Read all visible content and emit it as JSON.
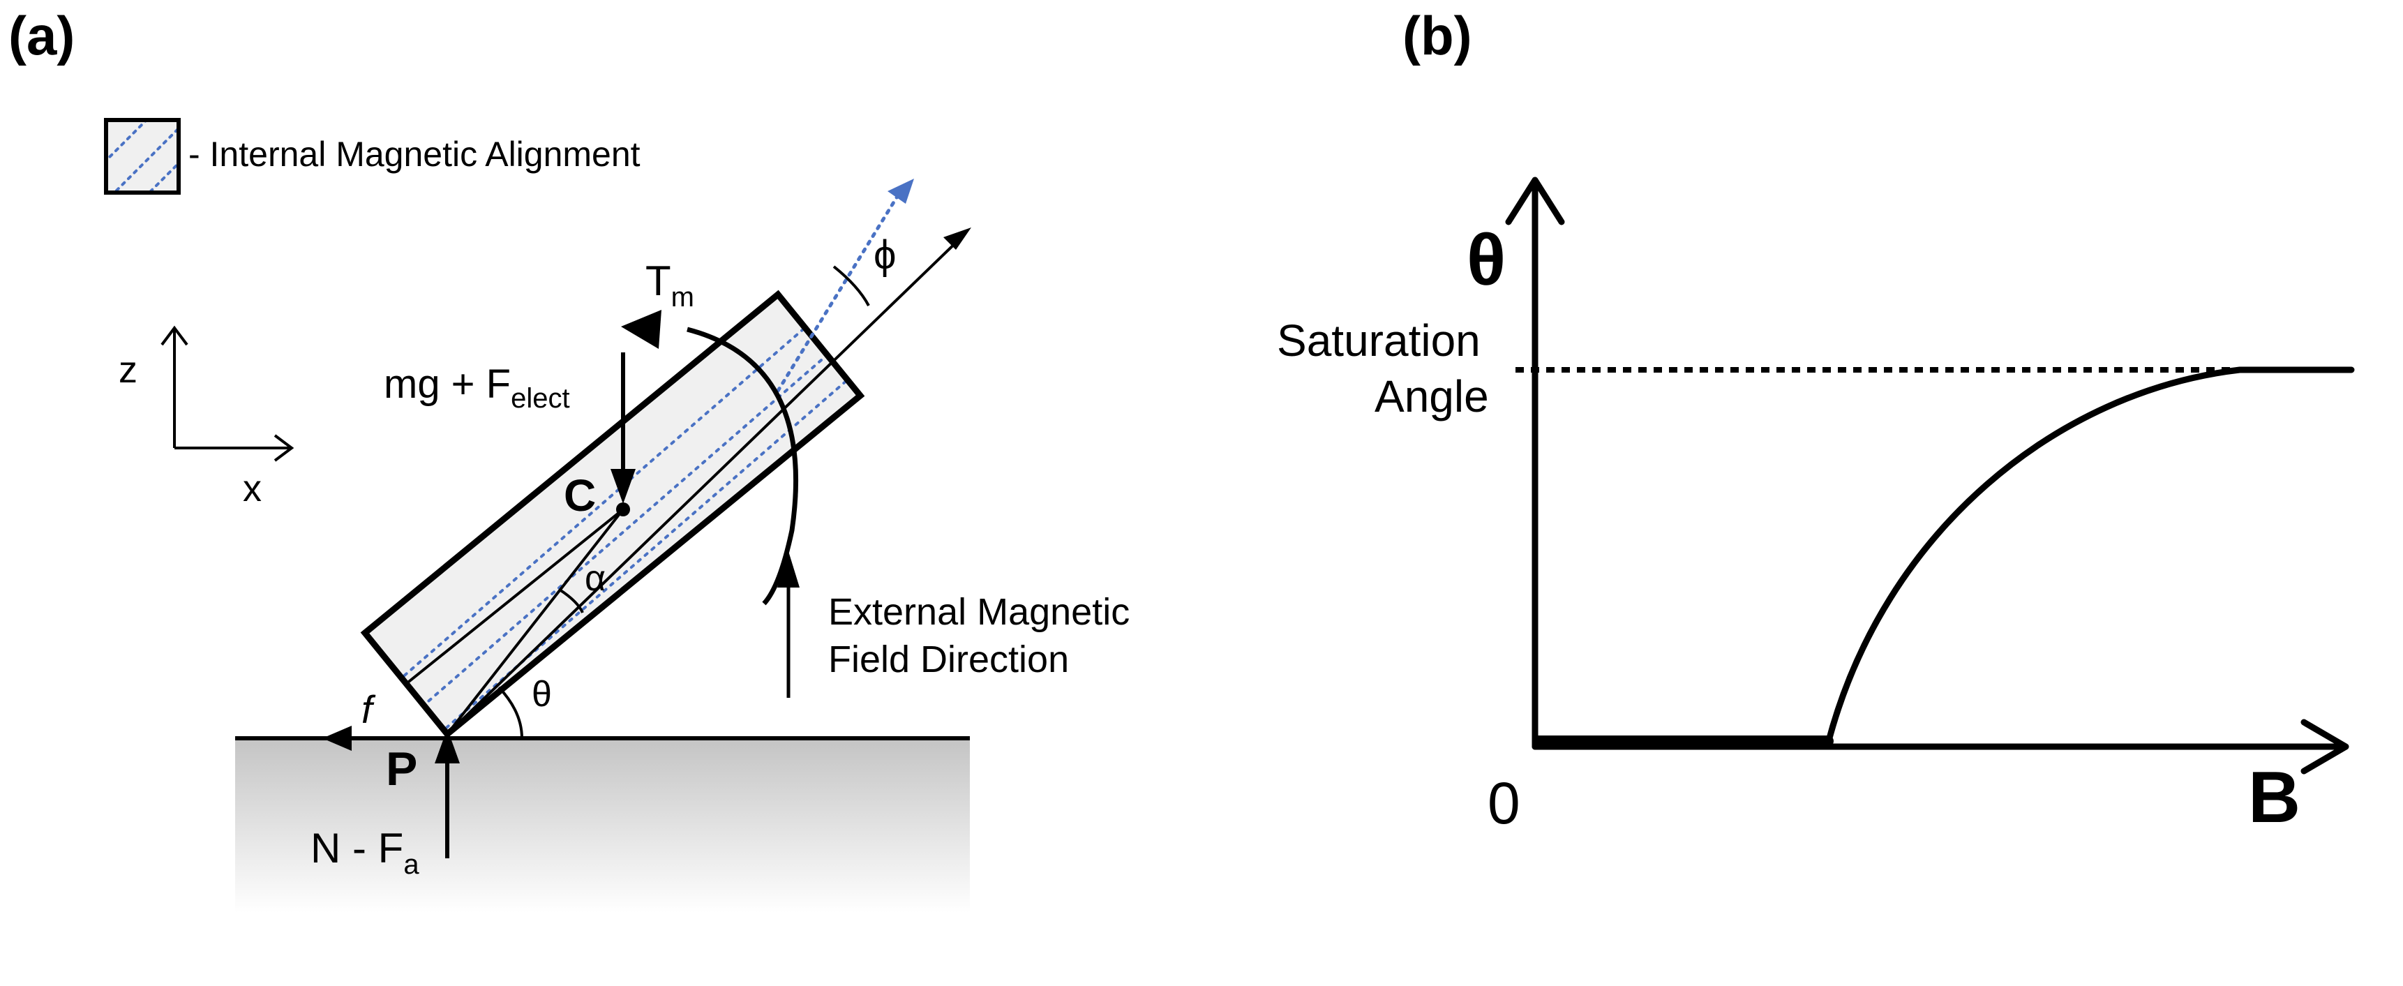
{
  "panel_a": {
    "label": "(a)",
    "legend_text": "- Internal Magnetic Alignment",
    "axis_z": "z",
    "axis_x": "x",
    "torque_label": "T",
    "torque_sub": "m",
    "force_top": "mg + F",
    "force_top_sub": "elect",
    "center_label": "C",
    "pivot_label": "P",
    "friction_label": "f",
    "normal_label": "N - F",
    "normal_sub": "a",
    "alpha": "α",
    "theta": "θ",
    "phi": "ϕ",
    "field_line1": "External Magnetic",
    "field_line2": "Field Direction"
  },
  "panel_b": {
    "label": "(b)",
    "y_label": "θ",
    "saturation_line1": "Saturation",
    "saturation_line2": "Angle",
    "origin": "0",
    "x_label": "B"
  },
  "colors": {
    "ink": "#000000",
    "alignment_blue": "#4a72c4",
    "block_fill": "#f0f0f0",
    "ground_top": "#c8c8c8",
    "ground_bottom": "#ffffff"
  }
}
